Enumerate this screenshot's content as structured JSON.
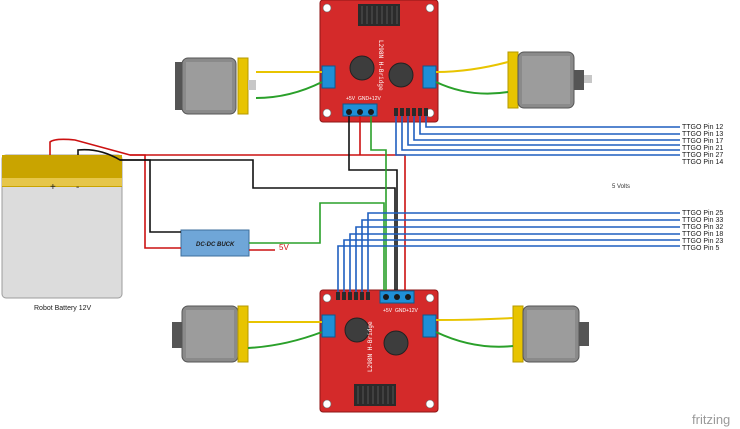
{
  "battery": {
    "label": "Robot Battery 12V",
    "plus": "+",
    "minus": "-"
  },
  "buck": {
    "label": "DC-DC BUCK"
  },
  "rail_label": "5V",
  "five_volts_label": "5 Volts",
  "top_pins": [
    "TTGO Pin 12",
    "TTGO Pin 13",
    "TTGO Pin 17",
    "TTGO Pin 21",
    "TTGO Pin 27",
    "TTGO Pin 14"
  ],
  "bottom_pins": [
    "TTGO Pin 25",
    "TTGO Pin 33",
    "TTGO Pin 32",
    "TTGO Pin 18",
    "TTGO Pin 23",
    "TTGO Pin 5"
  ],
  "bridge_top": {
    "chip_text": "L298N H-Bridge",
    "terminals": [
      "+5V",
      "GND",
      "+12V"
    ]
  },
  "bridge_bottom": {
    "chip_text": "L298N H-Bridge",
    "terminals": [
      "+5V",
      "GND",
      "+12V"
    ]
  },
  "footer": {
    "brand": "fritzing"
  },
  "colors": {
    "board_red": "#d42a2a",
    "wire_blue": "#1f5fbf",
    "wire_red": "#cc1111",
    "wire_green": "#2aa02a",
    "wire_black": "#111111",
    "wire_yellow": "#e8c400",
    "buck_blue": "#6fa6d8"
  }
}
